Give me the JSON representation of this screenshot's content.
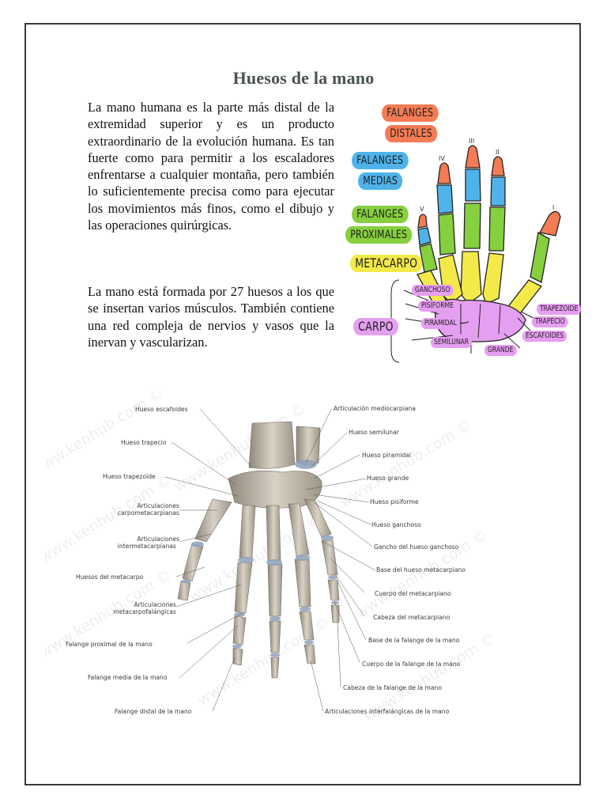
{
  "document": {
    "title": "Huesos de la mano",
    "paragraphs": [
      "La mano humana es la parte más distal de la extremidad superior y es un producto extraordinario de la evolución humana. Es tan fuerte como para permitir a los escaladores enfrentarse a cualquier montaña, pero también lo suficientemente precisa como para ejecutar los movimientos más finos, como el dibujo y las operaciones quirúrgicas.",
      "La mano está formada por 27 huesos a los que se insertan varios músculos. También contiene una red compleja de nervios y vasos que la inervan y vascularizan."
    ]
  },
  "cartoon_diagram": {
    "group_labels": [
      {
        "text": "FALANGES",
        "color": "#f47c55"
      },
      {
        "text": "DISTALES",
        "color": "#f47c55"
      },
      {
        "text": "FALANGES",
        "color": "#4fb3ea"
      },
      {
        "text": "MEDIAS",
        "color": "#4fb3ea"
      },
      {
        "text": "FALANGES",
        "color": "#86cf3e"
      },
      {
        "text": "PROXIMALES",
        "color": "#86cf3e"
      },
      {
        "text": "METACARPO",
        "color": "#f3ea4a"
      },
      {
        "text": "CARPO",
        "color": "#e59ff0"
      }
    ],
    "carpal_labels": [
      "GANCHOSO",
      "PISIFORME",
      "PIRAMIDAL",
      "SEMILUNAR",
      "GRANDE",
      "ESCAFOIDES",
      "TRAPECIO",
      "TRAPEZOIDE"
    ],
    "finger_numerals": [
      "I",
      "II",
      "III",
      "IV",
      "V"
    ],
    "colors": {
      "distal": "#f47c55",
      "medial": "#4fb3ea",
      "proximal": "#86cf3e",
      "metacarpal": "#f3ea4a",
      "carpal": "#e59ff0"
    }
  },
  "anatomy_figure": {
    "watermark": "www.kenhub.com ©",
    "left_labels": [
      "Hueso escafoides",
      "Hueso trapecio",
      "Hueso trapezoide",
      "Articulaciones",
      "carpometacarpianas",
      "Articulaciones",
      "intermetacarpianas",
      "Huesos del metacarpo",
      "Articulaciones",
      "metacarpofalángicas",
      "Falange proximal de la mano",
      "Falange media de la mano",
      "Falange distal de la mano"
    ],
    "right_labels": [
      "Articulación mediocarpiana",
      "Hueso semilunar",
      "Hueso piramidal",
      "Hueso grande",
      "Hueso pisiforme",
      "Hueso ganchoso",
      "Gancho del hueso ganchoso",
      "Base del hueso metacarpiano",
      "Cuerpo del metacarpiano",
      "Cabeza del metacarpiano",
      "Base de la falange de la mano",
      "Cuerpo de la falange de la mano",
      "Cabeza de la falange de la mano",
      "Articulaciones interfalángicas de la mano"
    ]
  }
}
